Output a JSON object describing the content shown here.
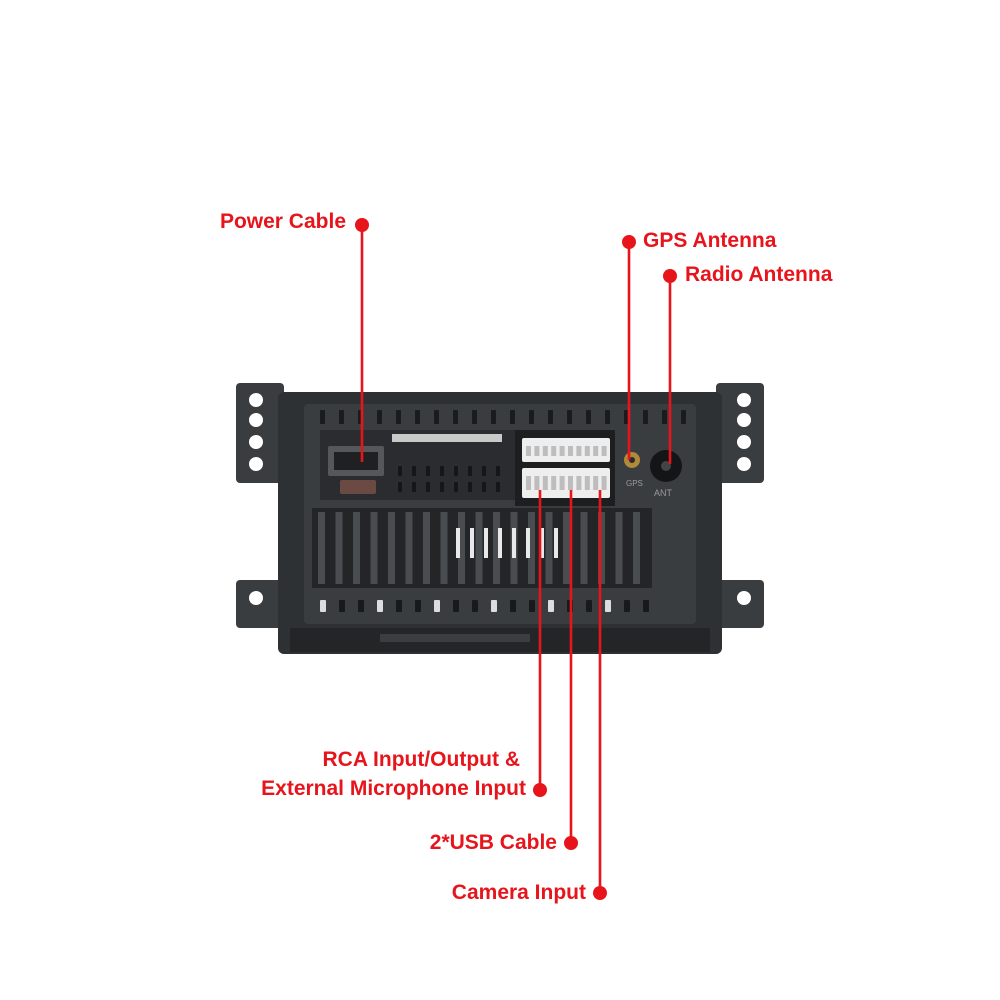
{
  "colors": {
    "accent": "#e8141b",
    "unit_body": "#2e3134",
    "unit_dark": "#1c1e20",
    "connector": "#eeeeee"
  },
  "unit_labels": {
    "gps_port": "GPS",
    "ant_port": "ANT"
  },
  "callouts": {
    "power_cable": "Power Cable",
    "gps_antenna": "GPS Antenna",
    "radio_antenna": "Radio Antenna",
    "rca_line1": "RCA Input/Output &",
    "rca_line2": "External Microphone Input",
    "usb_cable": "2*USB Cable",
    "camera_input": "Camera Input"
  }
}
